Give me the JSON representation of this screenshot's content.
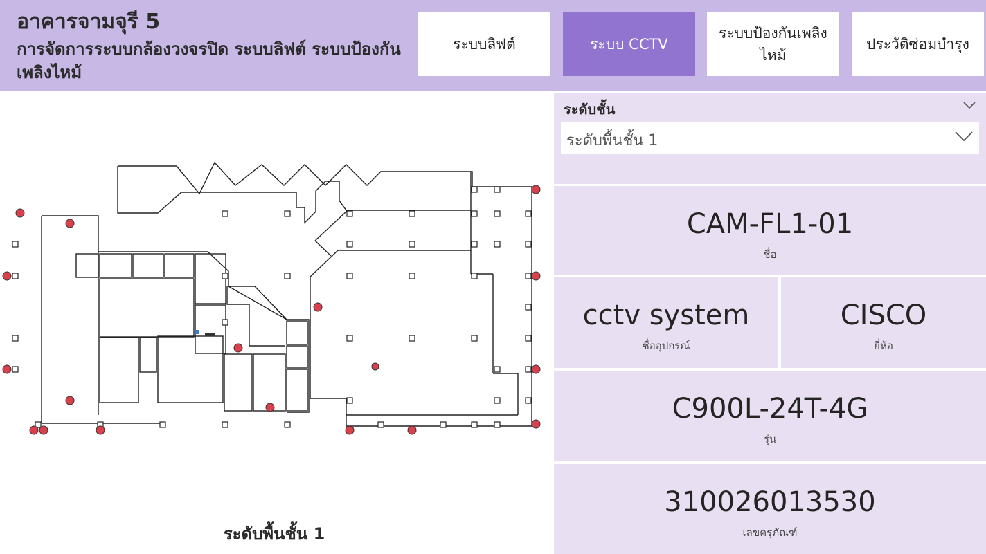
{
  "header": {
    "title": "อาคารจามจุรี 5",
    "subtitle": "การจัดการระบบกล้องวงจรปิด ระบบลิฟต์ ระบบป้องกันเพลิงไหม้"
  },
  "nav": {
    "lift": "ระบบลิฟต์",
    "cctv": "ระบบ CCTV",
    "fire": "ระบบป้องกันเพลิงไหม้",
    "maintenance": "ประวัติซ่อมบำรุง"
  },
  "map": {
    "label": "ระดับพื้นชั้น 1"
  },
  "slicer": {
    "title": "ระดับชั้น",
    "selected": "ระดับพื้นชั้น 1"
  },
  "cards": {
    "name": {
      "value": "CAM-FL1-01",
      "label": "ชื่อ"
    },
    "device": {
      "value": "cctv system",
      "label": "ชื่ออุปกรณ์"
    },
    "brand": {
      "value": "CISCO",
      "label": "ยี่ห้อ"
    },
    "model": {
      "value": "C900L-24T-4G",
      "label": "รุ่น"
    },
    "serial": {
      "value": "310026013530",
      "label": "เลขครุภัณฑ์"
    }
  },
  "colors": {
    "header_bg": "#c8b8e6",
    "active_tab": "#9173d0",
    "panel_bg": "#e8e0f2",
    "camera_marker": "#d9404b"
  }
}
